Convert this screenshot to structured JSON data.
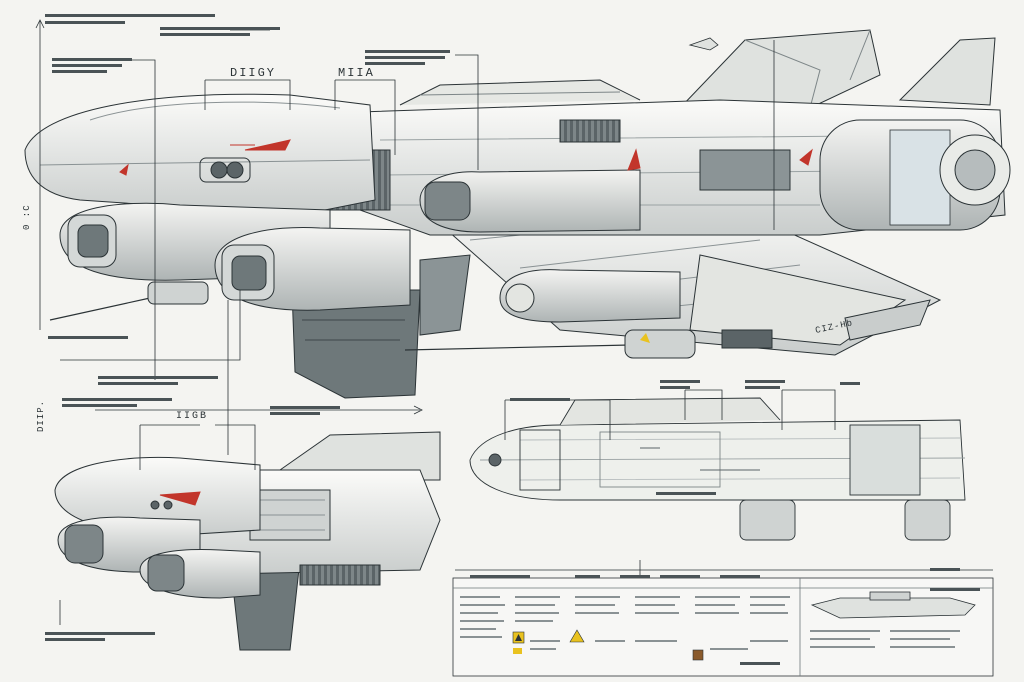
{
  "labels": {
    "top_label_1": "DIIGY",
    "top_label_2": "MIIA",
    "side_label_top": "0 :C",
    "side_label_bottom": "DIIP.",
    "detail_label": "IIGB",
    "hull_marking": "CIZ-Hb"
  },
  "colors": {
    "paper": "#f4f4f1",
    "hull_light": "#eeeeea",
    "hull_shade": "#c9cdcc",
    "panel_dark": "#5b6467",
    "line": "#2b3336",
    "accent_red": "#c2352b",
    "warning_yellow": "#e9c21f"
  },
  "icons": [
    "warning-icon",
    "hazard-sticker-icon"
  ]
}
